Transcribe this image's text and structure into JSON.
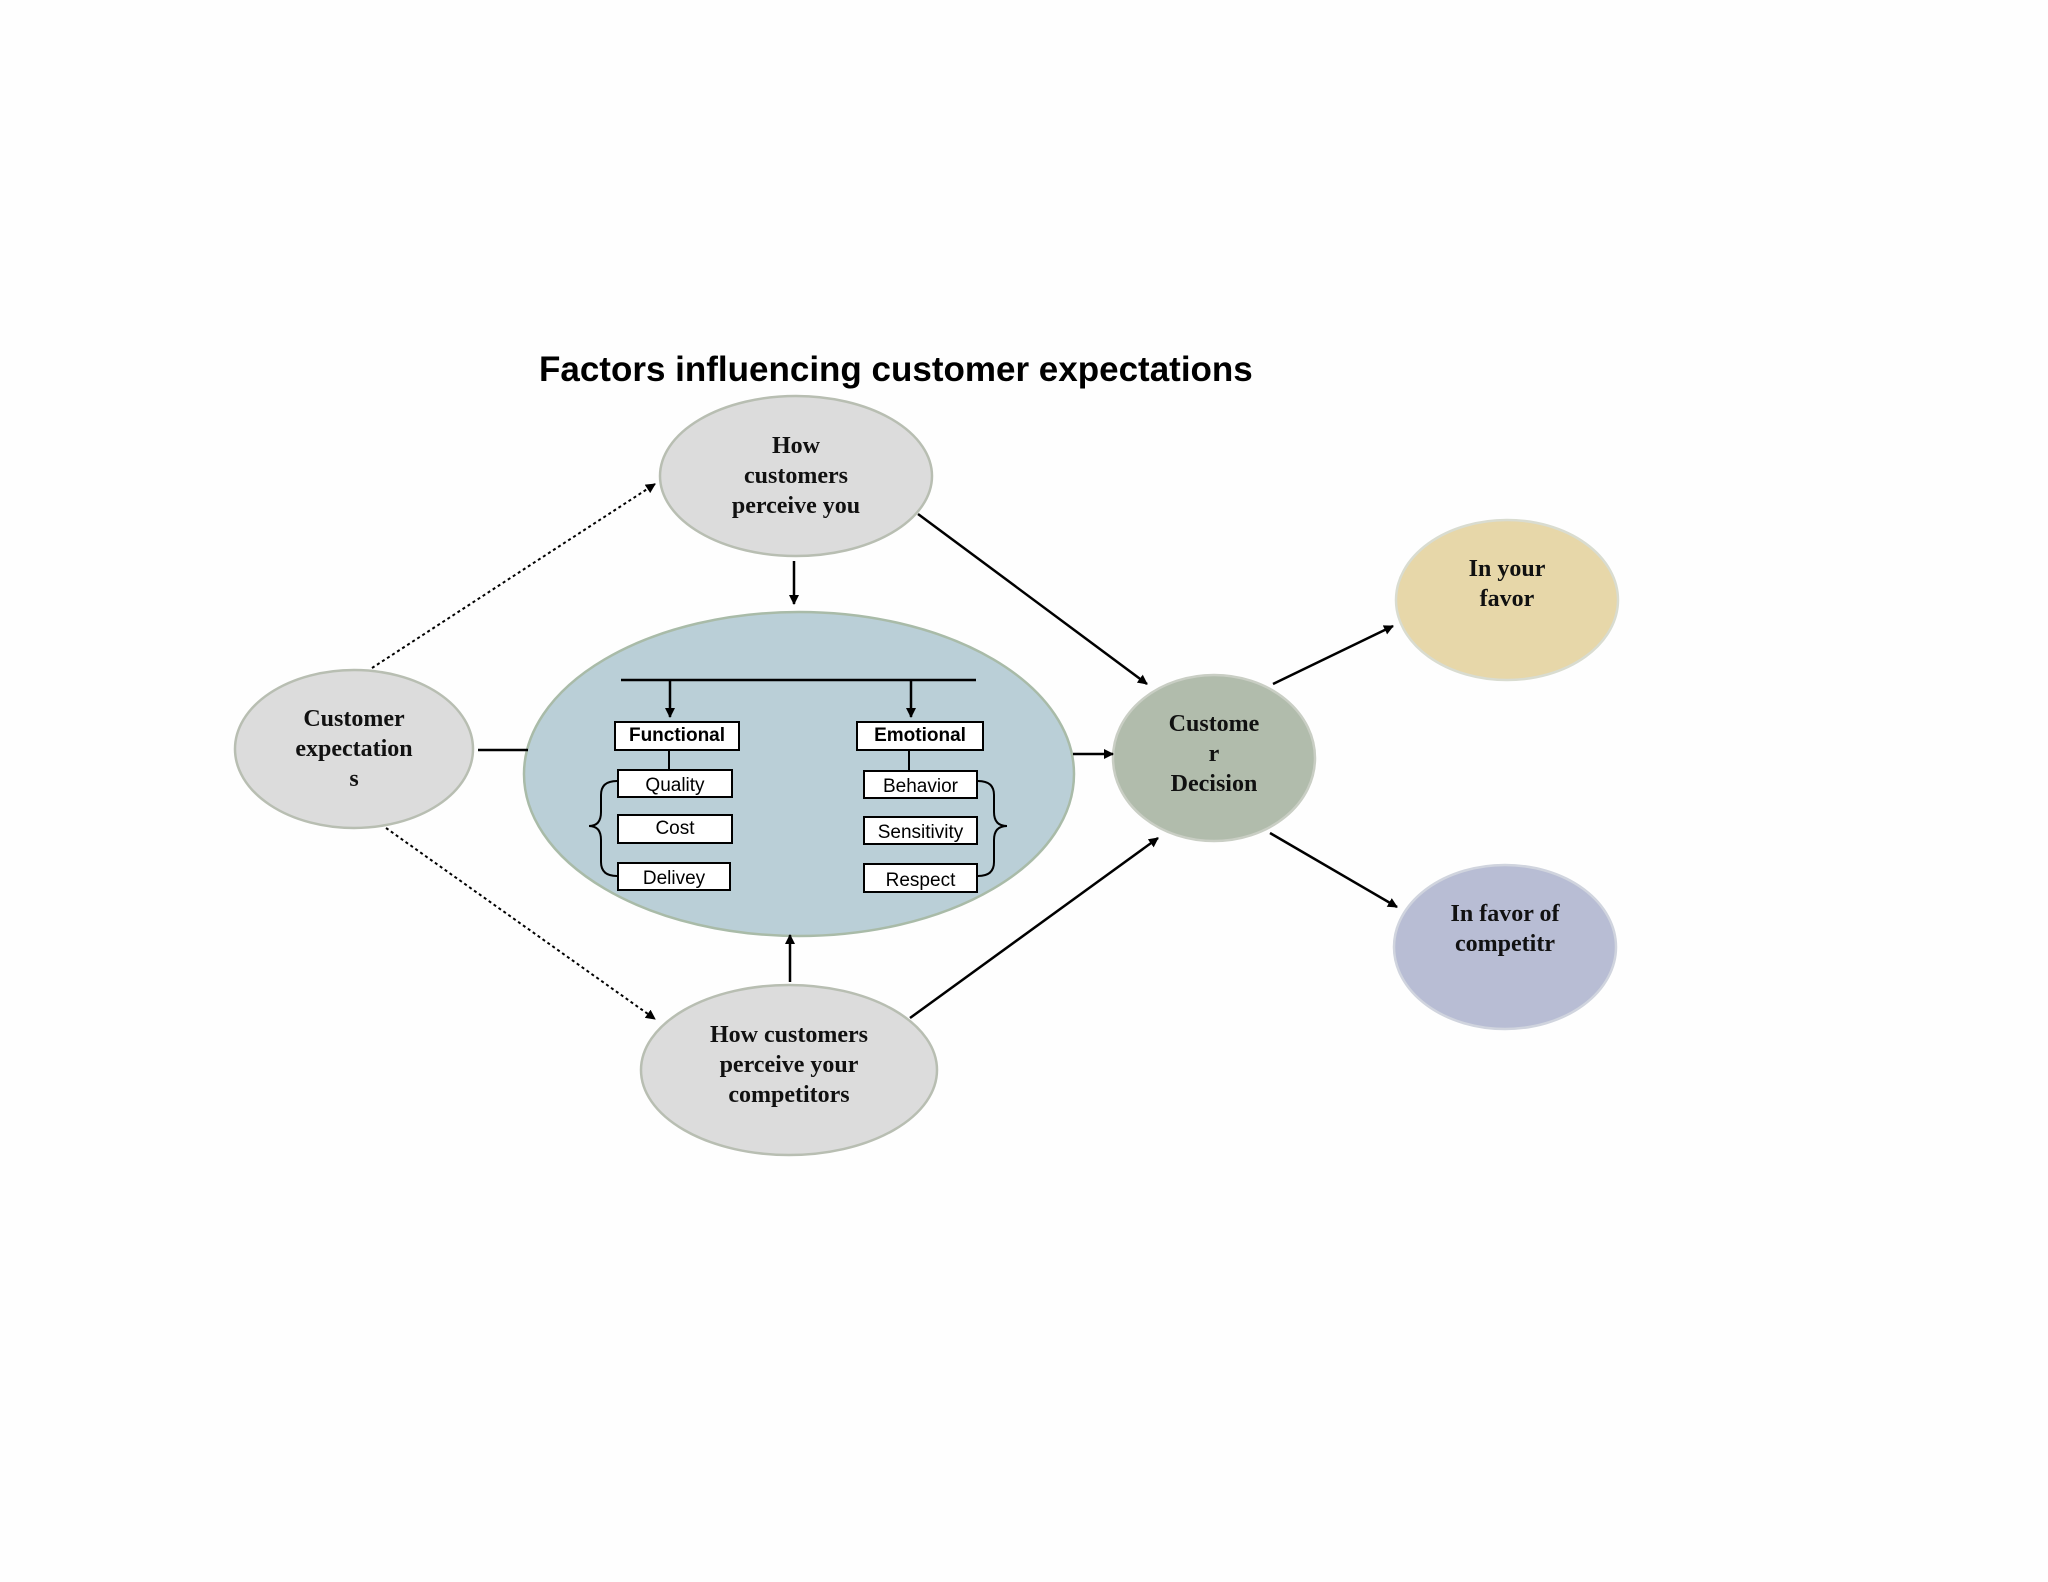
{
  "title": "Factors influencing customer expectations",
  "nodes": {
    "customer_expectations": "Customer\nexpectation\ns",
    "perceive_you": "How\ncustomers\nperceive you",
    "perceive_competitors": "How customers\nperceive your\ncompetitors",
    "customer_decision": "Custome\nr\nDecision",
    "in_your_favor": "In your\nfavor",
    "in_favor_competitor": "In favor of\ncompetitr"
  },
  "factors": {
    "functional": {
      "label": "Functional",
      "items": [
        "Quality",
        "Cost",
        "Delivey"
      ]
    },
    "emotional": {
      "label": "Emotional",
      "items": [
        "Behavior",
        "Sensitivity",
        "Respect"
      ]
    }
  },
  "colors": {
    "grey_node": "#dcdcdc",
    "node_border": "#b8beb2",
    "center_ellipse": "#bacfd7",
    "decision": "#b1bcac",
    "favor": "#e7d7a9",
    "competitor": "#b8bdd4"
  }
}
